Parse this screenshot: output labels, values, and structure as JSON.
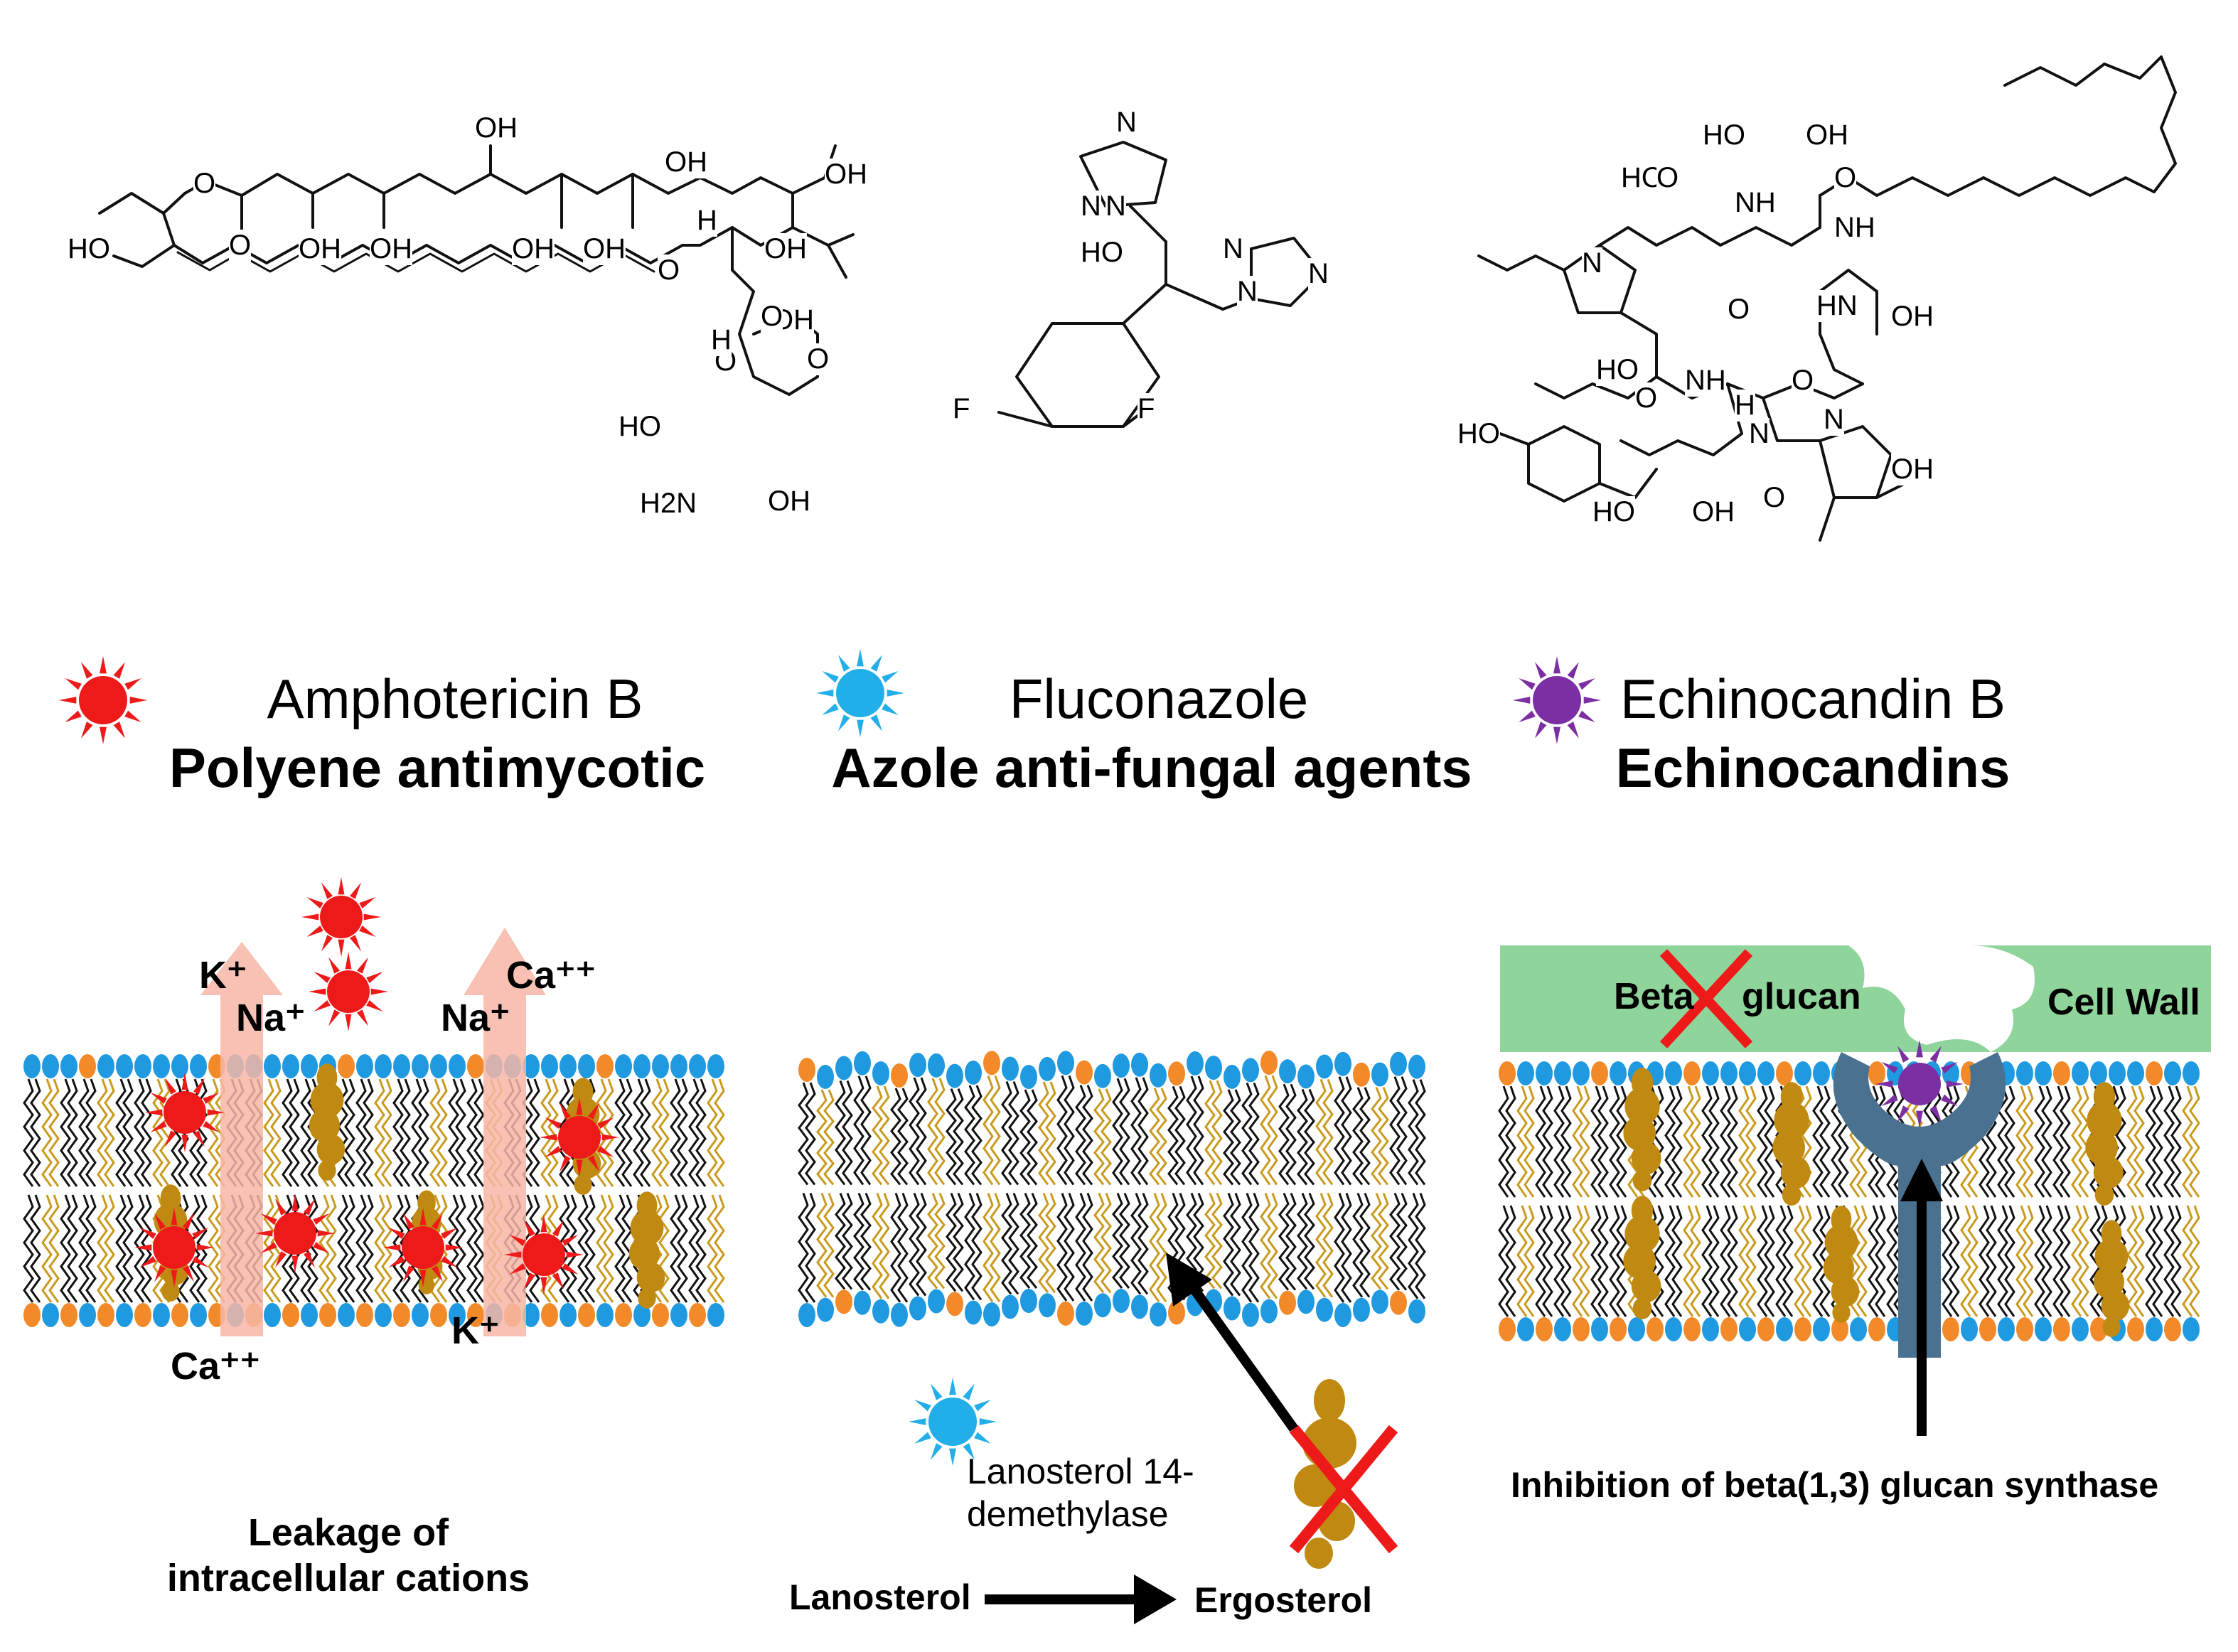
{
  "colors": {
    "amphotericin": "#ee1a1a",
    "fluconazole": "#22aee8",
    "echinocandin": "#7b2fa3",
    "lipid_head_blue": "#1f9ae0",
    "lipid_head_orange": "#f28a2a",
    "tail_black": "#111111",
    "tail_gold": "#c89a1e",
    "ergosterol": "#c08a12",
    "cell_wall": "#8fd49a",
    "synthase": "#4a7290",
    "ion_arrow": "#f7b6a6",
    "cross": "#ee1a1a"
  },
  "drugs": [
    {
      "name": "Amphotericin B",
      "class": "Polyene antimycotic",
      "icon": "red-star-icon"
    },
    {
      "name": "Fluconazole",
      "class": "Azole anti-fungal agents",
      "icon": "blue-star-icon"
    },
    {
      "name": "Echinocandin B",
      "class": "Echinocandins",
      "icon": "purple-star-icon"
    }
  ],
  "structures": {
    "amphotericin": [
      "HO",
      "O",
      "O",
      "OH",
      "OH",
      "OH",
      "OH",
      "OH",
      "OH",
      "OH",
      "OH",
      "O",
      "H",
      "OH",
      "O",
      "O",
      "H",
      "O",
      "HO",
      "H2N",
      "OH"
    ],
    "fluconazole": [
      "N",
      "N",
      "N",
      "HO",
      "N",
      "N",
      "N",
      "F",
      "F"
    ],
    "echinocandin": [
      "HO",
      "OH",
      "HO",
      "O",
      "NH",
      "O",
      "NH",
      "N",
      "O",
      "HN",
      "OH",
      "HO",
      "NH",
      "O",
      "O",
      "N",
      "H",
      "N",
      "HO",
      "O",
      "OH",
      "HO",
      "OH"
    ]
  },
  "panel1": {
    "ions": [
      "K+",
      "Na+",
      "Na+",
      "Ca++",
      "Ca++",
      "K+"
    ],
    "caption_line1": "Leakage of",
    "caption_line2": "intracellular cations"
  },
  "panel2": {
    "enzyme_line1": "Lanosterol 14-",
    "enzyme_line2": "demethylase",
    "substrate": "Lanosterol",
    "product": "Ergosterol"
  },
  "panel3": {
    "beta_label": "Beta",
    "glucan_label": "glucan",
    "cell_wall_label": "Cell Wall",
    "caption": "Inhibition of beta(1,3) glucan synthase"
  }
}
